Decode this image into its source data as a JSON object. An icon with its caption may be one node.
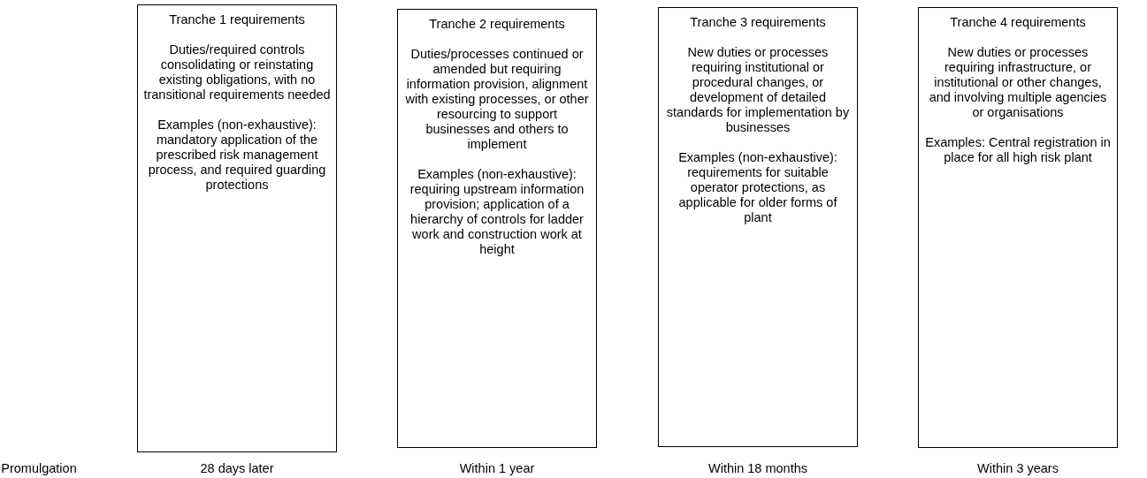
{
  "diagram": {
    "nodes": [
      {
        "text": [
          "Tranche 1 requirements",
          "Duties/required controls consolidating or reinstating existing obligations, with no transitional requirements needed",
          "Examples (non-exhaustive): mandatory application of the prescribed risk management process, and required guarding protections"
        ],
        "beside": [
          "28 days later"
        ]
      },
      {
        "text": [
          "Tranche 2 requirements",
          "Duties/processes continued or amended but requiring information provision, alignment with existing processes, or other resourcing to support businesses and others to implement",
          "Examples (non-exhaustive): requiring upstream information provision; application of a hierarchy of controls for ladder work and construction work at height"
        ],
        "beside": [
          "Within 1 year"
        ]
      },
      {
        "text": [
          "Tranche 3 requirements",
          "New duties or processes requiring institutional or procedural changes, or development of detailed standards for implementation by businesses",
          "Examples (non-exhaustive): requirements for suitable operator protections, as applicable for older forms of plant"
        ],
        "beside": [
          "Within 18 months"
        ]
      },
      {
        "text": [
          "Tranche 4 requirements",
          "New duties or processes requiring infrastructure, or institutional or other changes, and involving multiple agencies or organisations",
          "Examples: Central registration in place for all high risk plant"
        ],
        "beside": [
          "Within 3 years"
        ]
      }
    ],
    "labels": [
      "Promulgation"
    ]
  }
}
